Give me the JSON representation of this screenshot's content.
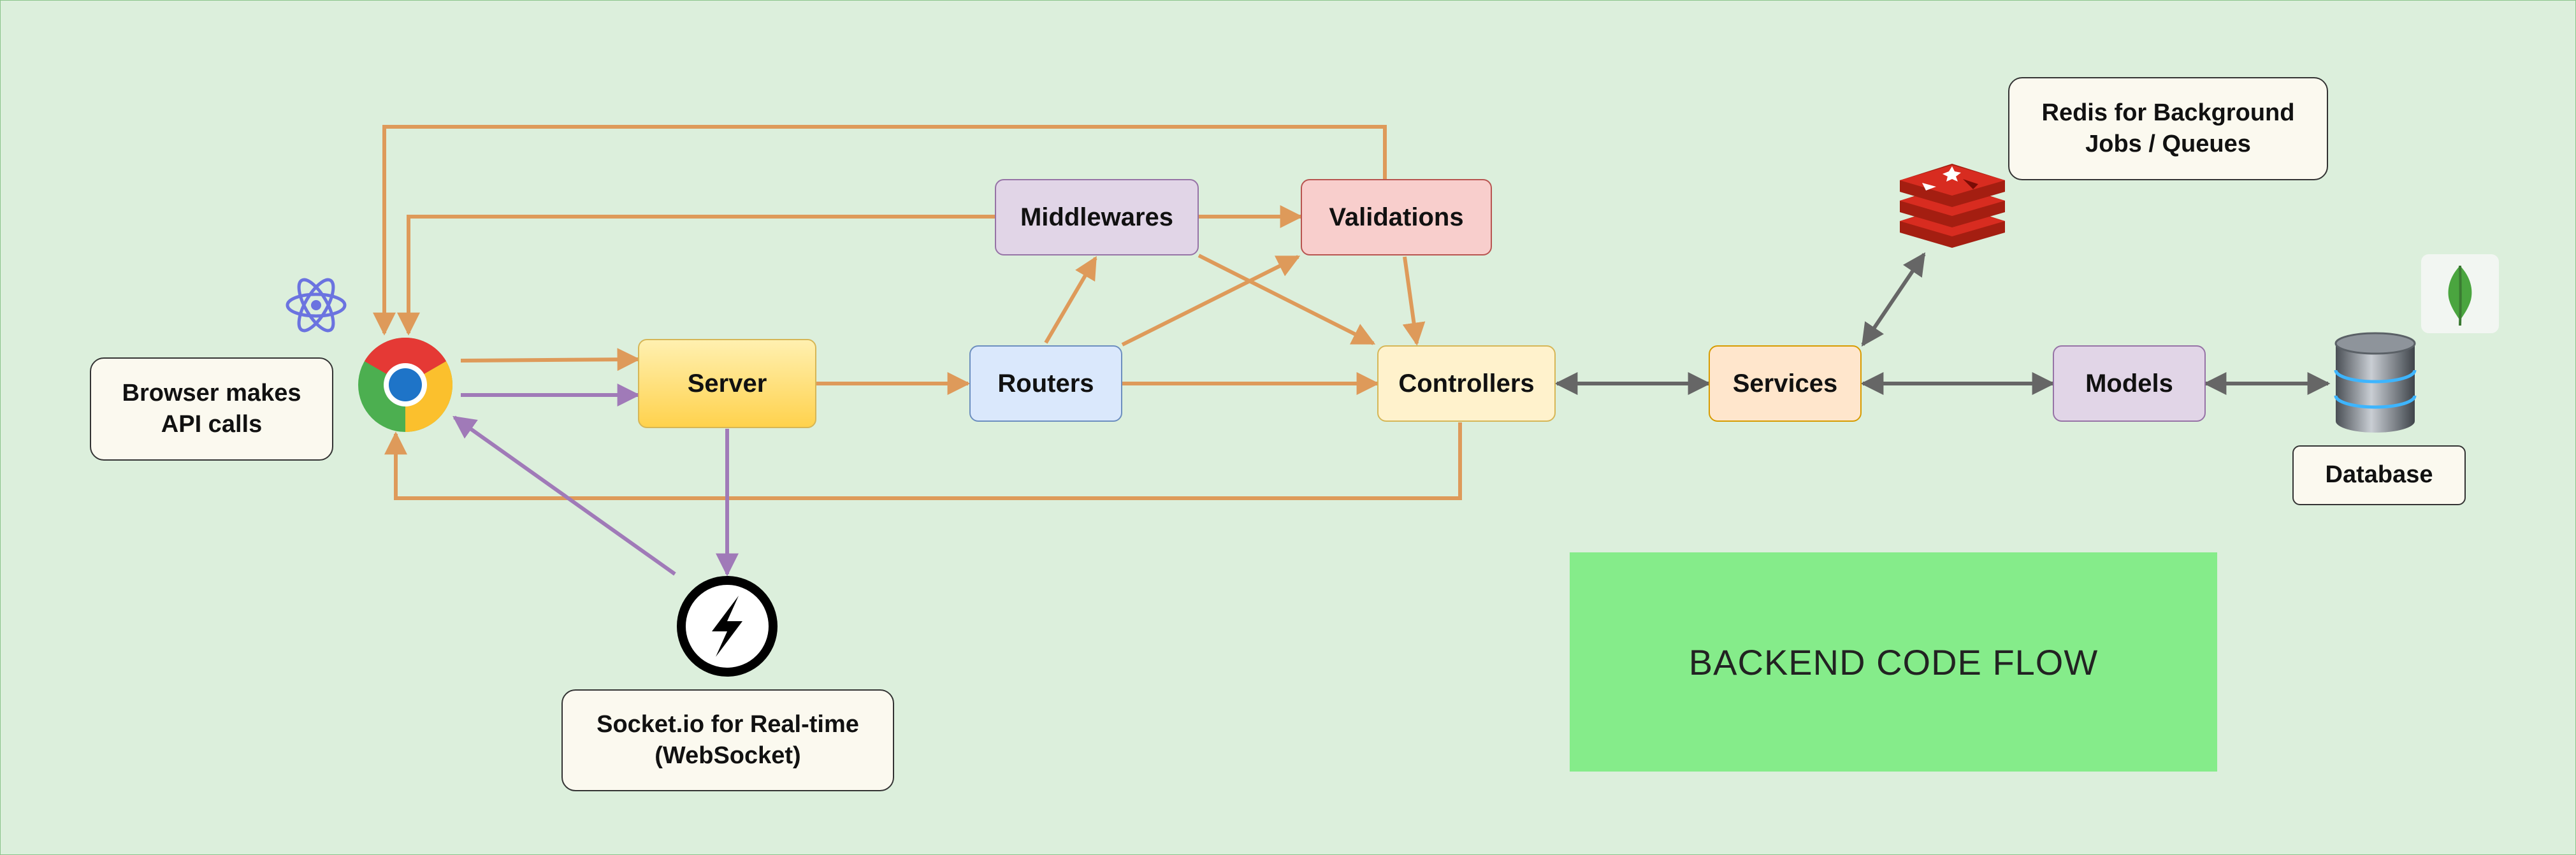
{
  "nodes": {
    "server": "Server",
    "routers": "Routers",
    "middlewares": "Middlewares",
    "validations": "Validations",
    "controllers": "Controllers",
    "services": "Services",
    "models": "Models"
  },
  "notes": {
    "browser": "Browser makes API calls",
    "socket": "Socket.io for Real-time (WebSocket)",
    "redis": "Redis for Background Jobs / Queues",
    "database": "Database"
  },
  "banner": "BACKEND CODE FLOW",
  "icons": [
    "react-icon",
    "chrome-icon",
    "socketio-icon",
    "redis-icon",
    "mongodb-icon",
    "database-icon"
  ],
  "colors": {
    "background": "#dcefdc",
    "orange_arrow": "#de9a5a",
    "purple_arrow": "#a07ab8",
    "gray_arrow": "#666666",
    "server": "#ffd966",
    "routers": "#dae8fc",
    "middlewares": "#e1d5e7",
    "validations": "#f8cecc",
    "controllers": "#fff2cc",
    "services": "#ffe6cc",
    "models": "#e1d5e7",
    "banner": "#85ec8a"
  }
}
